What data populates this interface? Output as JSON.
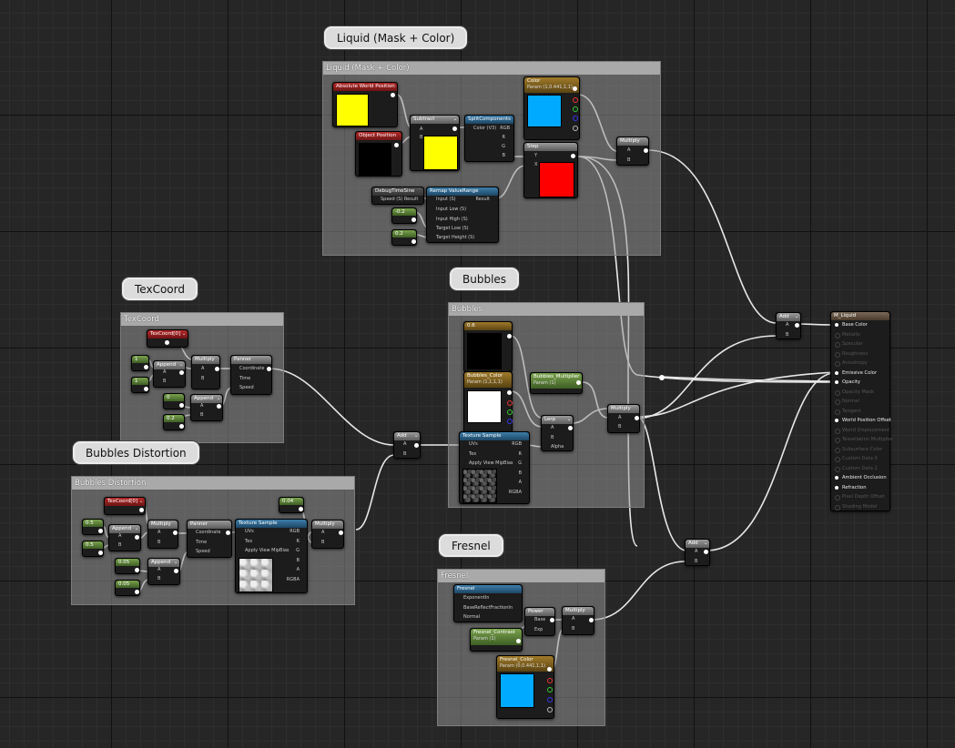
{
  "comments": {
    "liquid": {
      "bubble": "Liquid (Mask + Color)",
      "header": "Liquid (Mask + Color)"
    },
    "bubbles": {
      "bubble": "Bubbles",
      "header": "Bubbles"
    },
    "texcoord": {
      "bubble": "TexCoord",
      "header": "TexCoord"
    },
    "distortion": {
      "bubble": "Bubbles Distortion",
      "header": "Bubbles Distortion"
    },
    "fresnel": {
      "bubble": "Fresnel",
      "header": "Fresnel"
    }
  },
  "nodes": {
    "abs_world_pos": {
      "title": "Absolute World Position"
    },
    "object_pos": {
      "title": "Object Position"
    },
    "subtract": {
      "title": "Subtract",
      "pins": [
        "A",
        "B"
      ]
    },
    "split_comp": {
      "title": "SplitComponents",
      "in": "Color (V3)",
      "outs": [
        "RGB",
        "R",
        "G",
        "B"
      ]
    },
    "color_param": {
      "title": "Color",
      "sub": "Param (1,0.441,1,1)"
    },
    "step": {
      "title": "Step",
      "pins": [
        "Y",
        "X"
      ]
    },
    "multiply_liquid": {
      "title": "Multiply",
      "pins": [
        "A",
        "B"
      ]
    },
    "debug_time": {
      "title": "DebugTimeSine",
      "out": "Speed (S) Result"
    },
    "remap": {
      "title": "Remap ValueRange",
      "result": "Result",
      "pins": [
        "Input (S)",
        "Input Low (S)",
        "Input High (S)",
        "Target Low (S)",
        "Target Height (S)"
      ]
    },
    "const_neg02": {
      "value": "-0.2"
    },
    "const_02": {
      "value": "0.2"
    },
    "const_06": {
      "value": "0.6"
    },
    "bubbles_color": {
      "title": "Bubbles_Color",
      "sub": "Param (1,1,1,1)"
    },
    "bubbles_mult": {
      "title": "Bubbles_Multiplier",
      "sub": "Param (1)"
    },
    "lerp": {
      "title": "Lerp",
      "pins": [
        "A",
        "B",
        "Alpha"
      ]
    },
    "multiply_bubbles": {
      "title": "Multiply",
      "pins": [
        "A",
        "B"
      ]
    },
    "tex_sample_bubbles": {
      "title": "Texture Sample",
      "pins": [
        "UVs",
        "Tex",
        "Apply View MipBias"
      ],
      "outs": [
        "RGB",
        "R",
        "G",
        "B",
        "A",
        "RGBA"
      ]
    },
    "add_center": {
      "title": "Add",
      "pins": [
        "A",
        "B"
      ]
    },
    "add_top": {
      "title": "Add",
      "pins": [
        "A",
        "B"
      ]
    },
    "add_bottom": {
      "title": "Add",
      "pins": [
        "A",
        "B"
      ]
    },
    "texcoord_tc": {
      "title": "TexCoord[0]"
    },
    "tc_c1a": {
      "value": "1"
    },
    "tc_c1b": {
      "value": "1"
    },
    "tc_append1": {
      "title": "Append",
      "pins": [
        "A",
        "B"
      ]
    },
    "tc_multiply": {
      "title": "Multiply",
      "pins": [
        "A",
        "B"
      ]
    },
    "tc_panner": {
      "title": "Panner",
      "pins": [
        "Coordinate",
        "Time",
        "Speed"
      ]
    },
    "tc_c0": {
      "value": "0"
    },
    "tc_c02": {
      "value": "0.2"
    },
    "tc_append2": {
      "title": "Append",
      "pins": [
        "A",
        "B"
      ]
    },
    "bd_texcoord": {
      "title": "TexCoord[0]"
    },
    "bd_c05a": {
      "value": "0.5"
    },
    "bd_c05b": {
      "value": "0.5"
    },
    "bd_append1": {
      "title": "Append",
      "pins": [
        "A",
        "B"
      ]
    },
    "bd_multiply1": {
      "title": "Multiply",
      "pins": [
        "A",
        "B"
      ]
    },
    "bd_panner": {
      "title": "Panner",
      "pins": [
        "Coordinate",
        "Time",
        "Speed"
      ]
    },
    "bd_c005a": {
      "value": "0.05"
    },
    "bd_c005b": {
      "value": "0.05"
    },
    "bd_append2": {
      "title": "Append",
      "pins": [
        "A",
        "B"
      ]
    },
    "bd_tex_sample": {
      "title": "Texture Sample",
      "pins": [
        "UVs",
        "Tex",
        "Apply View MipBias"
      ],
      "outs": [
        "RGB",
        "R",
        "G",
        "B",
        "A",
        "RGBA"
      ]
    },
    "bd_c004": {
      "value": "0.04"
    },
    "bd_multiply2": {
      "title": "Multiply",
      "pins": [
        "A",
        "B"
      ]
    },
    "fresnel": {
      "title": "Fresnel",
      "pins": [
        "ExponentIn",
        "BaseReflectFractionIn",
        "Normal"
      ]
    },
    "power": {
      "title": "Power",
      "pins": [
        "Base",
        "Exp"
      ]
    },
    "fresnel_contrast": {
      "title": "Fresnel_Contrast",
      "sub": "Param (1)"
    },
    "multiply_fresnel": {
      "title": "Multiply",
      "pins": [
        "A",
        "B"
      ]
    },
    "fresnel_color": {
      "title": "Fresnel_Color",
      "sub": "Param (0,0.441,1,1)"
    }
  },
  "material": {
    "title": "M_Liquid",
    "pins": [
      {
        "label": "Base Color",
        "active": true
      },
      {
        "label": "Metallic",
        "active": false
      },
      {
        "label": "Specular",
        "active": false
      },
      {
        "label": "Roughness",
        "active": false
      },
      {
        "label": "Anisotropy",
        "active": false
      },
      {
        "label": "Emissive Color",
        "active": true
      },
      {
        "label": "Opacity",
        "active": true
      },
      {
        "label": "Opacity Mask",
        "active": false
      },
      {
        "label": "Normal",
        "active": false
      },
      {
        "label": "Tangent",
        "active": false
      },
      {
        "label": "World Position Offset",
        "active": true
      },
      {
        "label": "World Displacement",
        "active": false
      },
      {
        "label": "Tessellation Multiplier",
        "active": false
      },
      {
        "label": "Subsurface Color",
        "active": false
      },
      {
        "label": "Custom Data 0",
        "active": false
      },
      {
        "label": "Custom Data 1",
        "active": false
      },
      {
        "label": "Ambient Occlusion",
        "active": true
      },
      {
        "label": "Refraction",
        "active": true
      },
      {
        "label": "Pixel Depth Offset",
        "active": false
      },
      {
        "label": "Shading Model",
        "active": false
      }
    ]
  },
  "colors": {
    "yellow": "#ffff00",
    "black": "#000000",
    "cyan": "#00aaff",
    "red": "#ff0000",
    "white": "#ffffff",
    "wire": "#f0f0f0"
  }
}
